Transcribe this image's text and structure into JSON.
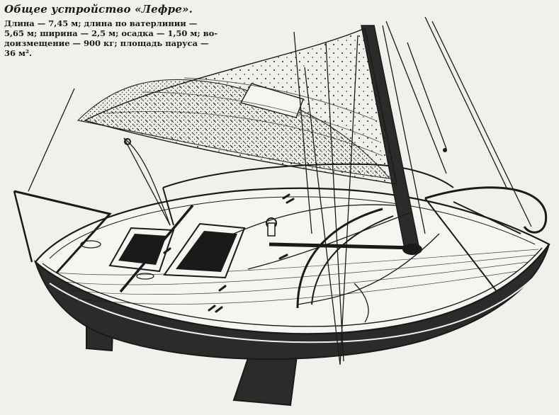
{
  "figure": {
    "title": "Общее устройство «Лефре».",
    "specs_lines": [
      "Длина — 7,45 м; длина по ватерлинии —",
      "5,65 м; ширина — 2,5 м; осадка — 1,50 м; во-",
      "доизмещение — 900 кг; площадь паруса —",
      "36 м²."
    ]
  },
  "colors": {
    "ink": "#1a1a1a",
    "paper": "#f2f0ea",
    "hull_dark": "#2b2b2b"
  }
}
